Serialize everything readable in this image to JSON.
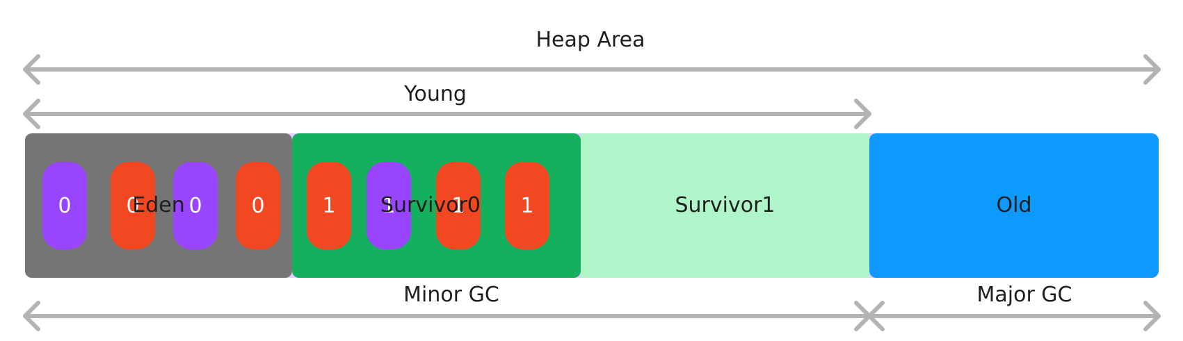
{
  "labels": {
    "heap_area": "Heap Area",
    "young": "Young",
    "minor_gc": "Minor GC",
    "major_gc": "Major GC"
  },
  "regions": {
    "eden": "Eden",
    "survivor0": "Survivor0",
    "survivor1": "Survivor1",
    "old": "Old"
  },
  "objects": [
    "0",
    "0",
    "0",
    "0",
    "1",
    "1",
    "1",
    "1"
  ],
  "colors": {
    "eden": "#757575",
    "survivor0": "#15b05e",
    "survivor1": "#b0f4c9",
    "old": "#0e99ff",
    "object_purple": "#9945ff",
    "object_red": "#f24822",
    "arrow": "#b3b3b3"
  }
}
